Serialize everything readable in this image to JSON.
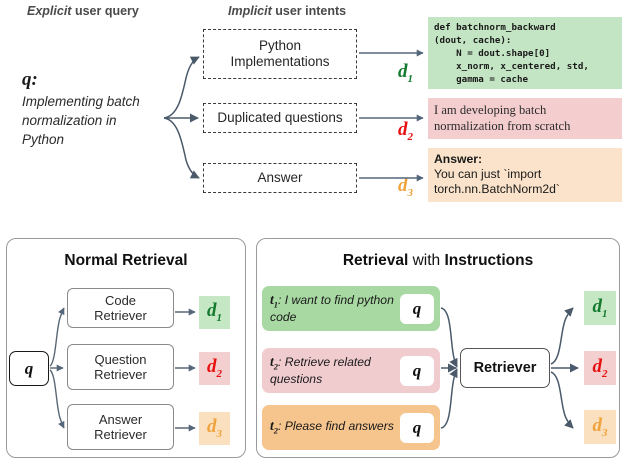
{
  "headers": {
    "left": {
      "emph": "Explicit",
      "rest": " user query"
    },
    "right": {
      "emph": "Implicit",
      "rest": " user intents"
    }
  },
  "query": {
    "label": "q:",
    "text": "Implementing batch normalization in Python"
  },
  "intents": [
    {
      "id": "python-implementations",
      "label": "Python\nImplementations"
    },
    {
      "id": "duplicated-questions",
      "label": "Duplicated questions"
    },
    {
      "id": "answer",
      "label": "Answer"
    }
  ],
  "documents": [
    {
      "id": "code-doc",
      "color": "#c3e5c3",
      "marker": "d",
      "marker_sub": "1",
      "marker_color": "#137a2e",
      "code": "def batchnorm_backward\n(dout, cache):\n    N = dout.shape[0]\n    x_norm, x_centered, std,\n    gamma = cache"
    },
    {
      "id": "duplicate-question-doc",
      "color": "#f4cdce",
      "marker": "d",
      "marker_sub": "2",
      "marker_color": "#e8100f",
      "text": "I am developing batch normalization from scratch"
    },
    {
      "id": "answer-doc",
      "color": "#fae3ca",
      "marker": "d",
      "marker_sub": "3",
      "marker_color": "#f0a23c",
      "heading": "Answer:",
      "text": "You can just `import torch.nn.BatchNorm2d`"
    }
  ],
  "normal_panel": {
    "title_plain": "Normal Retrieval",
    "query_glyph": "q",
    "retrievers": [
      {
        "id": "code-retriever",
        "line1": "Code",
        "line2": "Retriever"
      },
      {
        "id": "question-retriever",
        "line1": "Question",
        "line2": "Retriever"
      },
      {
        "id": "answer-retriever",
        "line1": "Answer",
        "line2": "Retriever"
      }
    ],
    "outputs": [
      {
        "id": "d1",
        "marker": "d",
        "sub": "1",
        "cls": "d1",
        "chip": "green"
      },
      {
        "id": "d2",
        "marker": "d",
        "sub": "2",
        "cls": "d2",
        "chip": "pink"
      },
      {
        "id": "d3",
        "marker": "d",
        "sub": "3",
        "cls": "d3",
        "chip": "orange"
      }
    ]
  },
  "instruction_panel": {
    "title": {
      "word1": "Retrieval",
      "word2": " with ",
      "word3": "Instructions"
    },
    "retriever_label": "Retriever",
    "query_glyph": "q",
    "instructions": [
      {
        "id": "instruction-1",
        "tag": "t",
        "sub": "1",
        "text": ": I want to find python code",
        "chip": "green"
      },
      {
        "id": "instruction-2",
        "tag": "t",
        "sub": "2",
        "text": ": Retrieve related questions",
        "chip": "pink"
      },
      {
        "id": "instruction-3",
        "tag": "t",
        "sub": "2",
        "text": ": Please find answers",
        "chip": "orange"
      }
    ],
    "outputs": [
      {
        "id": "d1",
        "marker": "d",
        "sub": "1",
        "cls": "d1",
        "chip": "green"
      },
      {
        "id": "d2",
        "marker": "d",
        "sub": "2",
        "cls": "d2",
        "chip": "pink"
      },
      {
        "id": "d3",
        "marker": "d",
        "sub": "3",
        "cls": "d3",
        "chip": "orange"
      }
    ]
  },
  "colors": {
    "green_doc": "#c3e5c3",
    "pink_doc": "#f4cdce",
    "orange_doc": "#fae3ca",
    "green_chip": "#a8d9a2",
    "pink_chip": "#f0ccce",
    "orange_chip": "#f6c48d",
    "arrow": "#4a5a6a",
    "d1": "#137a2e",
    "d2": "#e8100f",
    "d3": "#f0a23c"
  }
}
